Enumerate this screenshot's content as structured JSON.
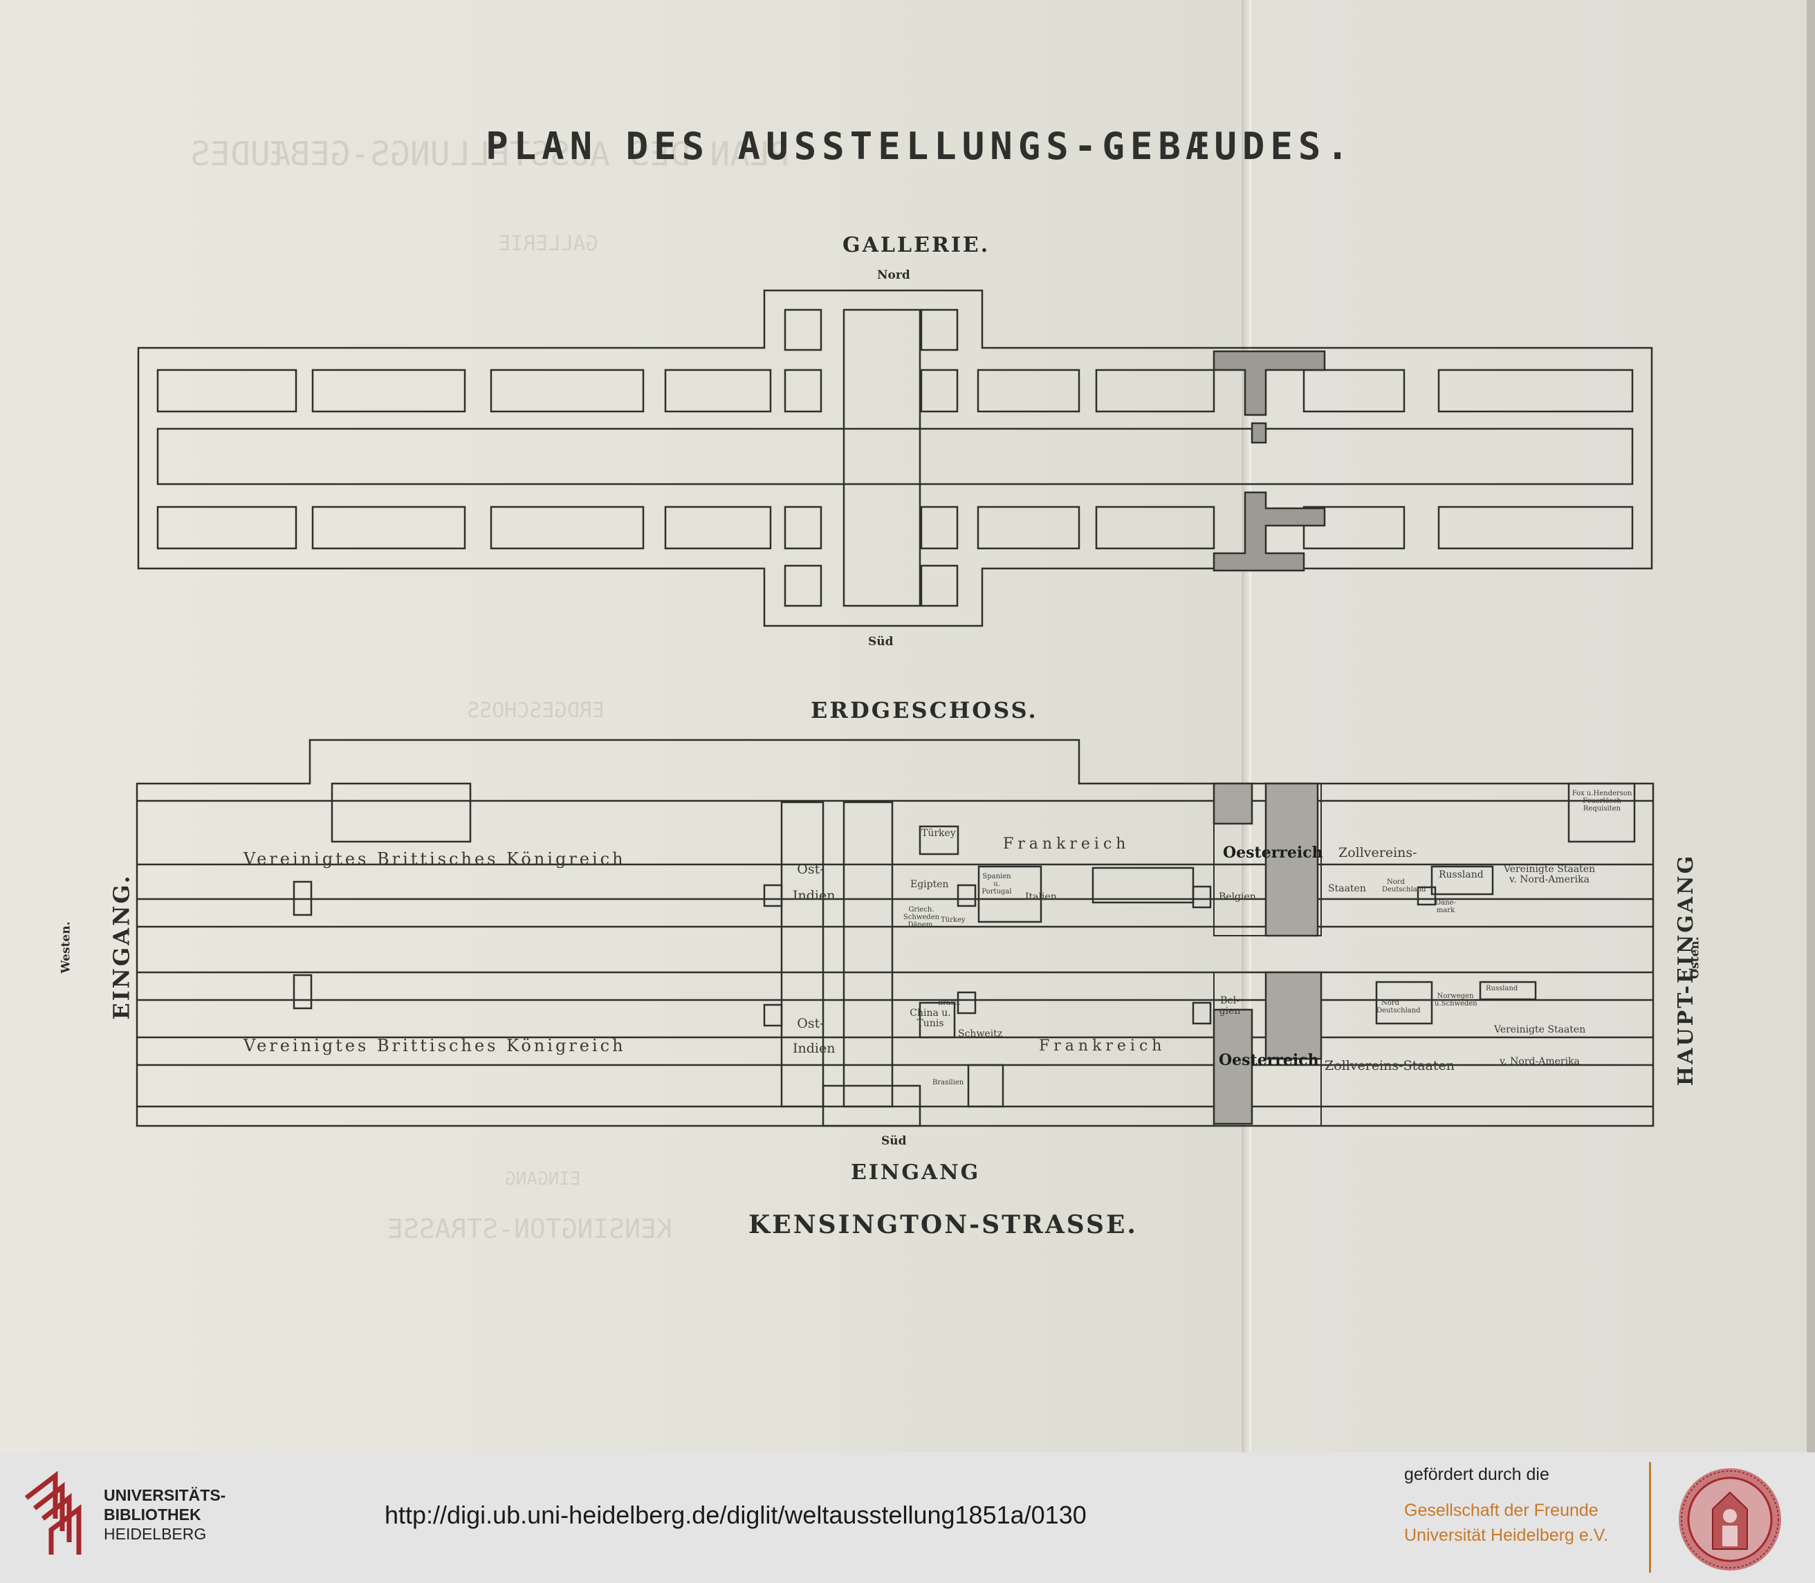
{
  "plan": {
    "title": "PLAN DES AUSSTELLUNGS-GEBÆUDES.",
    "gallery": {
      "heading": "GALLERIE.",
      "north": "Nord",
      "south": "Süd"
    },
    "ground_floor": {
      "heading": "ERDGESCHOSS.",
      "west_label": "Westen.",
      "west_entrance": "EINGANG.",
      "east_entrance": "HAUPT-EINGANG",
      "east_label": "Osten.",
      "south_label": "Süd",
      "south_entrance": "EINGANG",
      "street": "KENSINGTON-STRASSE.",
      "rooms": {
        "uk_north": "Vereinigtes Brittisches Königreich",
        "uk_south": "Vereinigtes Brittisches Königreich",
        "ostindien_north": "Ost-Indien",
        "ostindien_south": "Ost-Indien",
        "turkey": "Türkey",
        "frankreich_north": "Frankreich",
        "frankreich_south": "Frankreich",
        "egypten": "Egipten",
        "spanien": "Spanien u. Portugal",
        "italien": "Italien",
        "griechenland": "Griech. Schweden Dänem.",
        "turkey_small": "Türkey",
        "oesterreich_north": "Oesterreich",
        "oesterreich_south": "Oesterreich",
        "belgien_north": "Belgien",
        "belgien_south": "Bel-gien",
        "zollverein_north_a": "Zollvereins-",
        "zollverein_north_b": "Staaten",
        "zollverein_south": "Zollvereins-Staaten",
        "nord_deutschland_north": "Nord Deutschland",
        "nord_deutschland_south": "Nord Deutschland",
        "daenemark": "Däne-mark",
        "russland_north": "Russland",
        "russland_south": "Russland",
        "usa_north": "Vereinigte Staaten v. Nord-Amerika",
        "usa_south_a": "Vereinigte Staaten",
        "usa_south_b": "v. Nord-Amerika",
        "fox": "Fox u.Henderson Feuerlösch Requisiten",
        "china": "China u. Tunis",
        "brasil": "Brasil.",
        "schweitz": "Schweitz",
        "brasilien": "Brasilien",
        "norwegen": "Norwegen u.Schweden"
      }
    },
    "ghost_text": {
      "title_mirror": "PLAN DES AUSSTELLUNGS-GEBÆUDES",
      "gallery_mirror": "GALLERIE",
      "erdgeschoss_mirror": "ERDGESCHOSS",
      "eingang_mirror": "EINGANG",
      "street_mirror": "KENSINGTON-STRASSE"
    }
  },
  "footer": {
    "library_line1": "UNIVERSITÄTS-",
    "library_line2": "BIBLIOTHEK",
    "library_line3": "HEIDELBERG",
    "url": "http://digi.ub.uni-heidelberg.de/diglit/weltausstellung1851a/0130",
    "funded_by": "gefördert durch die",
    "society_line1": "Gesellschaft der Freunde",
    "society_line2": "Universität Heidelberg e.V."
  },
  "colors": {
    "paper": "#e6e4db",
    "ink": "#2f2f2b",
    "accent_orange": "#c8792a",
    "accent_red": "#a4282c",
    "footer_bg": "#e4e4e4"
  }
}
